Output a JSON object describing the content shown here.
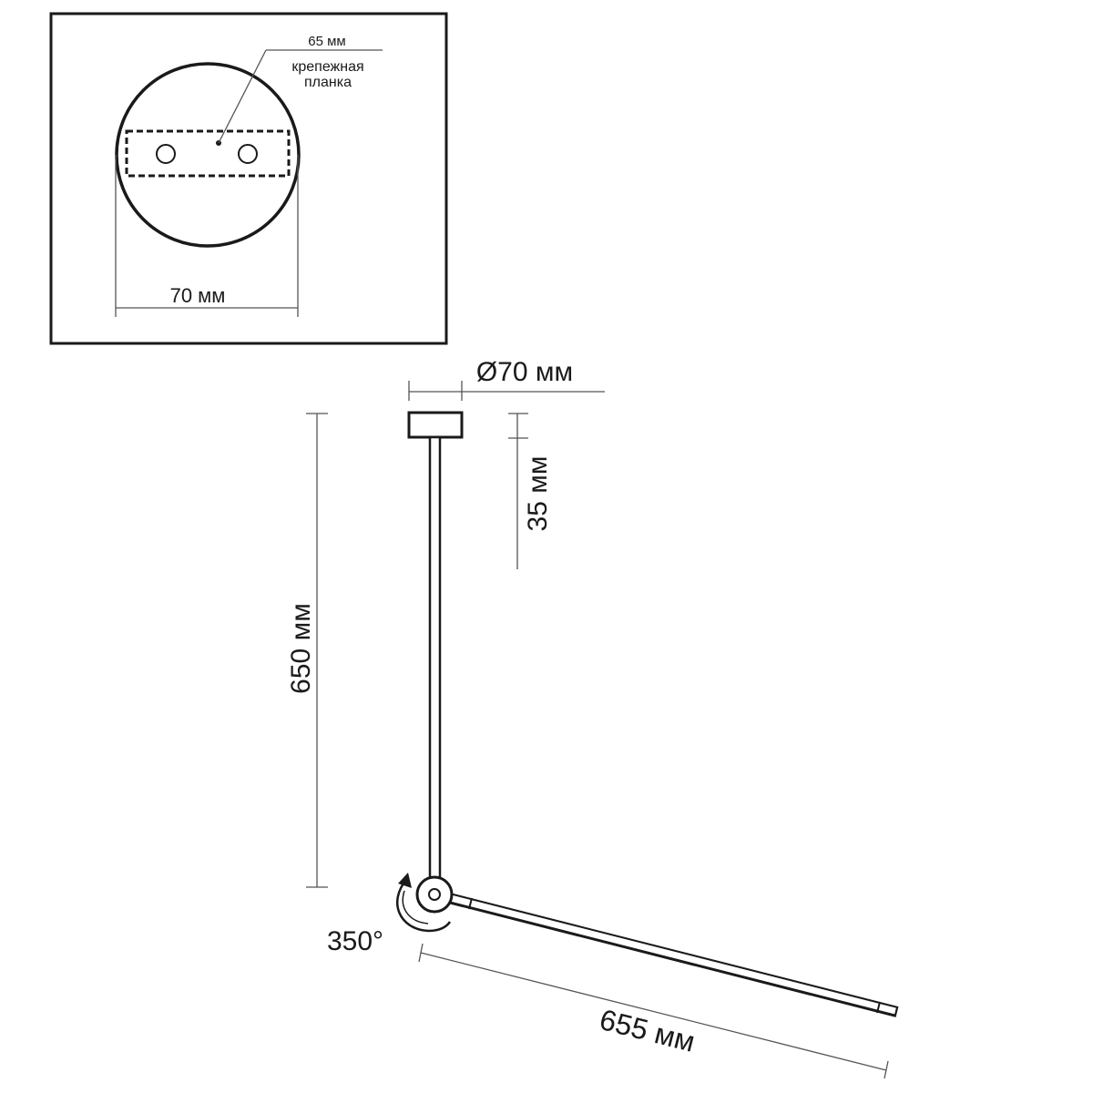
{
  "inset": {
    "bracket_width": "65 мм",
    "bracket_label_line1": "крепежная",
    "bracket_label_line2": "планка",
    "canopy_width": "70 мм"
  },
  "main": {
    "canopy_diameter": "Ø70 мм",
    "canopy_height": "35 мм",
    "rod_length": "650 мм",
    "rotation_angle": "350°",
    "arm_length": "655 мм"
  },
  "colors": {
    "line": "#1a1a1a",
    "dimension": "#555555",
    "background": "#ffffff"
  }
}
